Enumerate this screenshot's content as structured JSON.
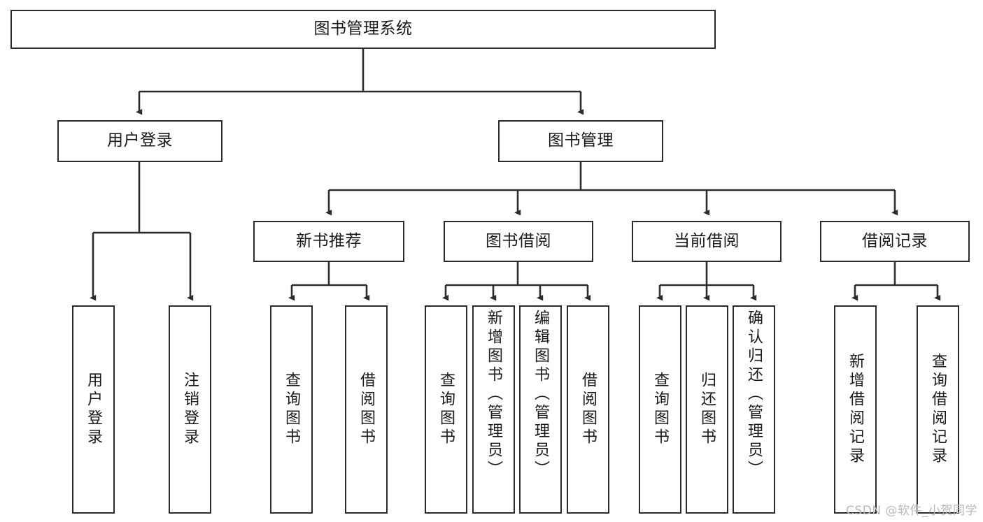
{
  "diagram": {
    "title": "图书管理系统",
    "type": "tree",
    "watermark": "CSDN @软件_小贺同学",
    "colors": {
      "border": "#2b2b2b",
      "background": "#ffffff",
      "text": "#1a1a1a",
      "watermark": "#b9b9b9"
    },
    "levels": {
      "root": {
        "label": "图书管理系统"
      },
      "level1": [
        {
          "id": "user-login",
          "label": "用户登录"
        },
        {
          "id": "book-manage",
          "label": "图书管理"
        }
      ],
      "level2": [
        {
          "id": "new-book-recommend",
          "label": "新书推荐",
          "parent": "book-manage"
        },
        {
          "id": "book-borrow",
          "label": "图书借阅",
          "parent": "book-manage"
        },
        {
          "id": "current-borrow",
          "label": "当前借阅",
          "parent": "book-manage"
        },
        {
          "id": "borrow-record",
          "label": "借阅记录",
          "parent": "book-manage"
        }
      ],
      "leaves": {
        "user-login": [
          {
            "id": "leaf-user-login",
            "label": "用户登录"
          },
          {
            "id": "leaf-logout",
            "label": "注销登录"
          }
        ],
        "new-book-recommend": [
          {
            "id": "leaf-query-book-1",
            "label": "查询图书"
          },
          {
            "id": "leaf-borrow-book-1",
            "label": "借阅图书"
          }
        ],
        "book-borrow": [
          {
            "id": "leaf-query-book-2",
            "label": "查询图书"
          },
          {
            "id": "leaf-add-book",
            "label": "新增图书（管理员）"
          },
          {
            "id": "leaf-edit-book",
            "label": "编辑图书（管理员）"
          },
          {
            "id": "leaf-borrow-book-2",
            "label": "借阅图书"
          }
        ],
        "current-borrow": [
          {
            "id": "leaf-query-book-3",
            "label": "查询图书"
          },
          {
            "id": "leaf-return-book",
            "label": "归还图书"
          },
          {
            "id": "leaf-confirm-return",
            "label": "确认归还（管理员）"
          }
        ],
        "borrow-record": [
          {
            "id": "leaf-add-record",
            "label": "新增借阅记录"
          },
          {
            "id": "leaf-query-record",
            "label": "查询借阅记录"
          }
        ]
      }
    }
  }
}
